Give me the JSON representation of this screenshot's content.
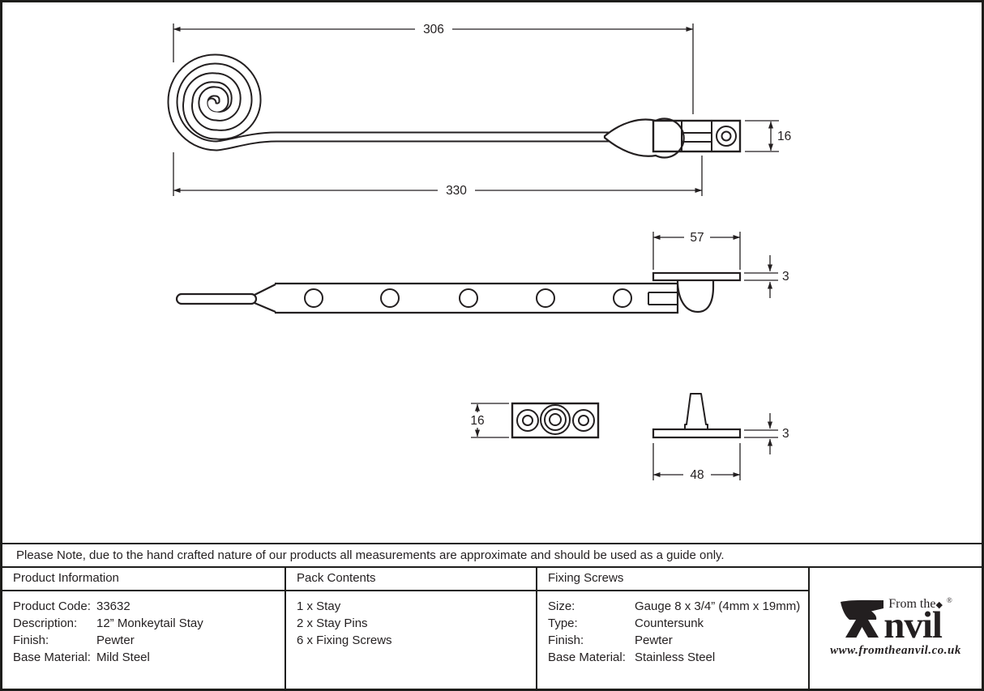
{
  "diagram": {
    "top_view": {
      "pivot_length": "306",
      "overall_length": "330",
      "bracket_height": "16"
    },
    "side_view": {
      "plate_length": "57",
      "plate_thickness": "3"
    },
    "keep_plate": {
      "height": "16"
    },
    "pin_plate": {
      "length": "48",
      "thickness": "3"
    }
  },
  "note": "Please Note, due to the hand crafted nature of our products all measurements are approximate and should be used as a guide only.",
  "table": {
    "product_information": {
      "header": "Product Information",
      "rows": [
        {
          "label": "Product Code:",
          "value": "33632"
        },
        {
          "label": "Description:",
          "value": "12” Monkeytail Stay"
        },
        {
          "label": "Finish:",
          "value": "Pewter"
        },
        {
          "label": "Base Material:",
          "value": "Mild Steel"
        }
      ]
    },
    "pack_contents": {
      "header": "Pack Contents",
      "items": [
        "1 x Stay",
        "2 x Stay Pins",
        "6 x Fixing Screws"
      ]
    },
    "fixing_screws": {
      "header": "Fixing Screws",
      "rows": [
        {
          "label": "Size:",
          "value": "Gauge 8 x 3/4” (4mm x 19mm)"
        },
        {
          "label": "Type:",
          "value": "Countersunk"
        },
        {
          "label": "Finish:",
          "value": "Pewter"
        },
        {
          "label": "Base Material:",
          "value": "Stainless Steel"
        }
      ]
    }
  },
  "logo": {
    "prefix": "From the",
    "diamond": "◆",
    "registered_mark": "®",
    "brand_suffix": "nvil",
    "website": "www.fromtheanvil.co.uk"
  },
  "colors": {
    "ink": "#231f20",
    "background": "#ffffff"
  }
}
